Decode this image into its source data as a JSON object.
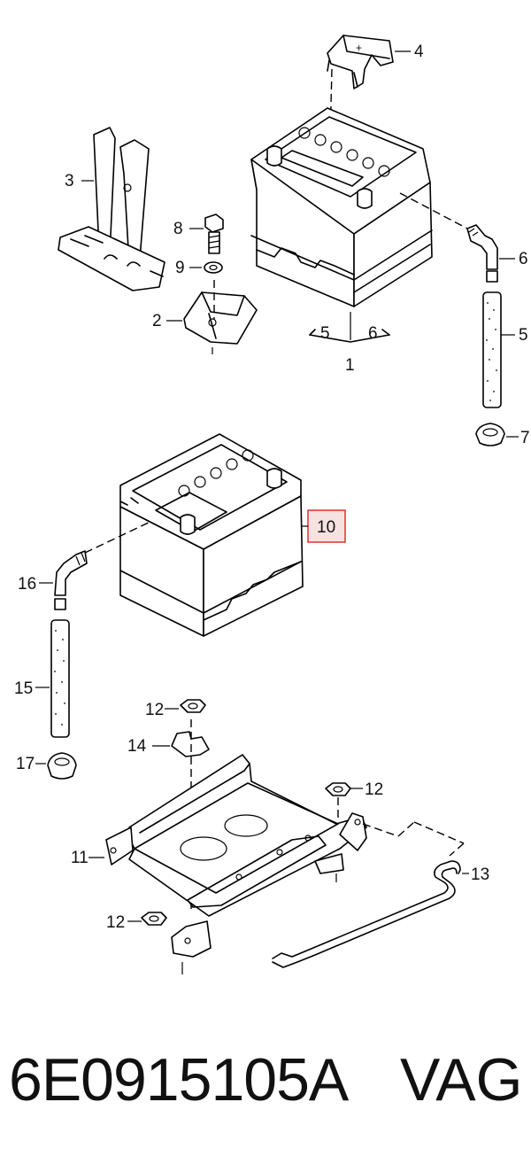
{
  "callouts": {
    "c1": "1",
    "c2": "2",
    "c3": "3",
    "c4": "4",
    "c5a": "5",
    "c5b": "5",
    "c6a": "6",
    "c6b": "6",
    "c7": "7",
    "c8": "8",
    "c9": "9",
    "c10": "10",
    "c11": "11",
    "c12a": "12",
    "c12b": "12",
    "c12c": "12",
    "c13": "13",
    "c14": "14",
    "c15": "15",
    "c16": "16",
    "c17": "17"
  },
  "highlight_color": "#e03030",
  "highlight_fill": "#f7e2e2",
  "footer": {
    "part_number": "6E0915105A",
    "brand": "VAG"
  }
}
